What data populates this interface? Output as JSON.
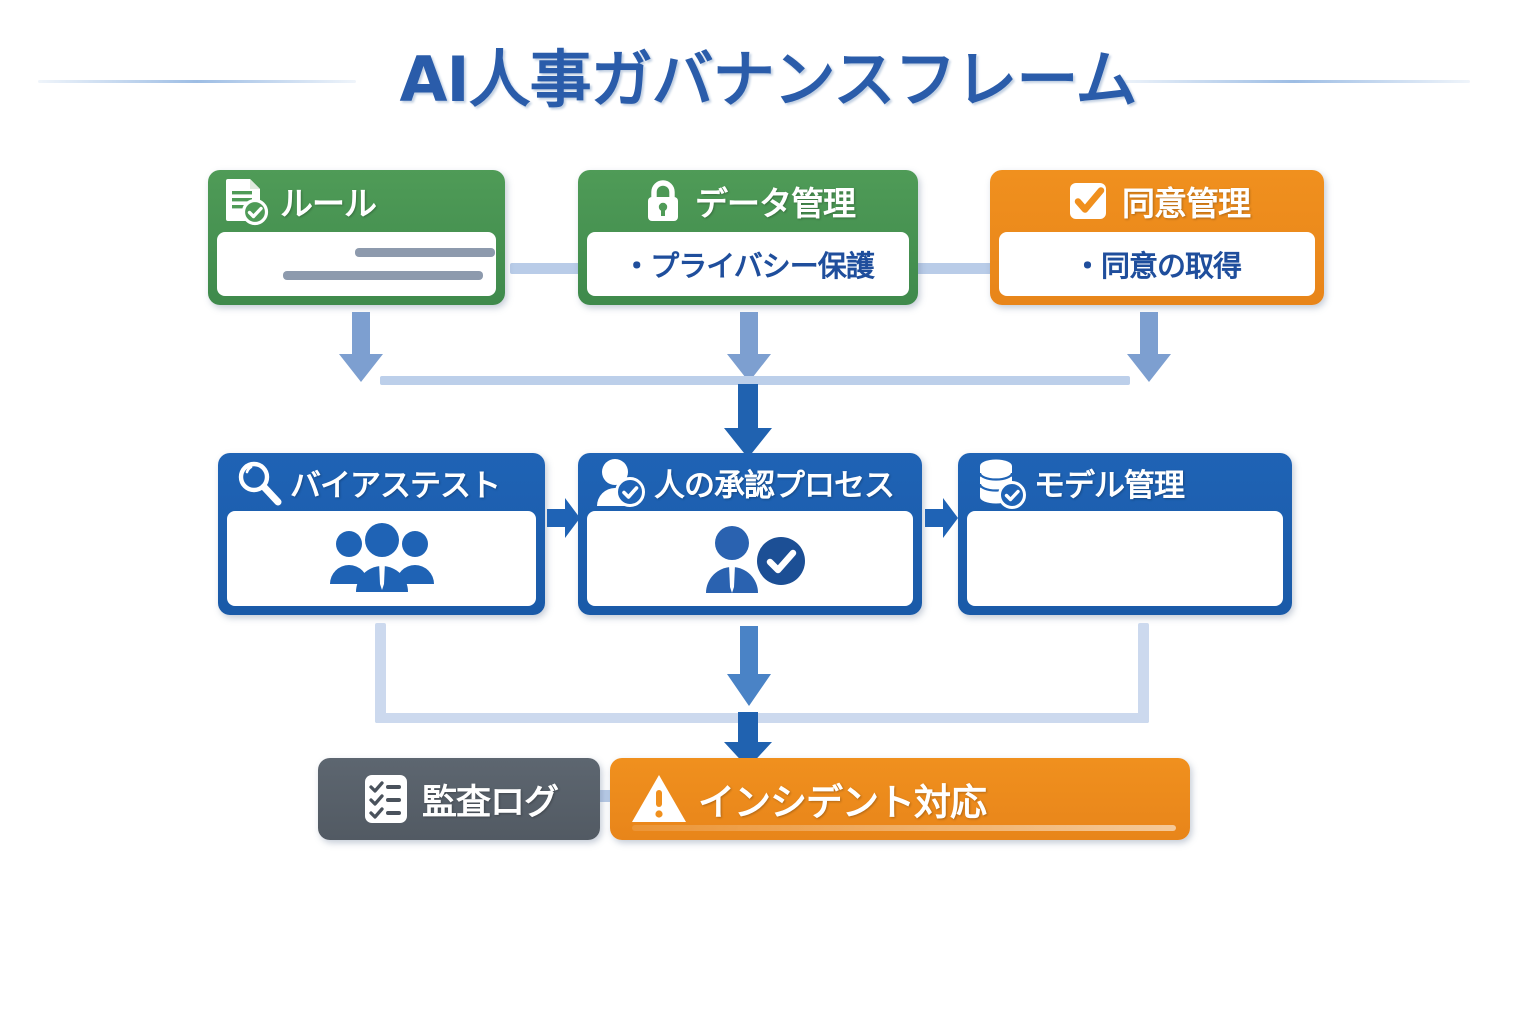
{
  "title": {
    "text": "AI人事ガバナンスフレーム",
    "color": "#2a5caa",
    "rule_color": "#9dbde4"
  },
  "colors": {
    "green": "#4f9b57",
    "orange": "#f0901e",
    "blue": "#1f63b5",
    "gray": "#5d6670",
    "body_text": "#1f4e9c",
    "connector_light": "#b9cce8",
    "connector_mid": "#7d9fd0",
    "connector_dark": "#2062b0"
  },
  "rows": {
    "top": [
      {
        "id": "rules",
        "label": "ルール",
        "icon": "document-check-icon",
        "color": "green",
        "body_type": "placeholder-lines",
        "body_text": ""
      },
      {
        "id": "data-management",
        "label": "データ管理",
        "icon": "lock-icon",
        "color": "green",
        "body_type": "text",
        "body_text": "・プライバシー保護"
      },
      {
        "id": "consent-management",
        "label": "同意管理",
        "icon": "checkbox-check-icon",
        "color": "orange",
        "body_type": "text",
        "body_text": "・同意の取得"
      }
    ],
    "middle": [
      {
        "id": "bias-test",
        "label": "バイアステスト",
        "icon": "magnifier-icon",
        "color": "blue",
        "body_type": "people-group-icon",
        "body_text": ""
      },
      {
        "id": "human-approval-process",
        "label": "人の承認プロセス",
        "icon": "person-check-icon",
        "color": "blue",
        "body_type": "person-check-badge-icon",
        "body_text": ""
      },
      {
        "id": "model-management",
        "label": "モデル管理",
        "icon": "database-check-icon",
        "color": "blue",
        "body_type": "empty",
        "body_text": ""
      }
    ],
    "bottom": [
      {
        "id": "audit-log",
        "label": "監査ログ",
        "icon": "checklist-icon",
        "color": "gray"
      },
      {
        "id": "incident-response",
        "label": "インシデント対応",
        "icon": "warning-triangle-icon",
        "color": "orange"
      }
    ]
  }
}
